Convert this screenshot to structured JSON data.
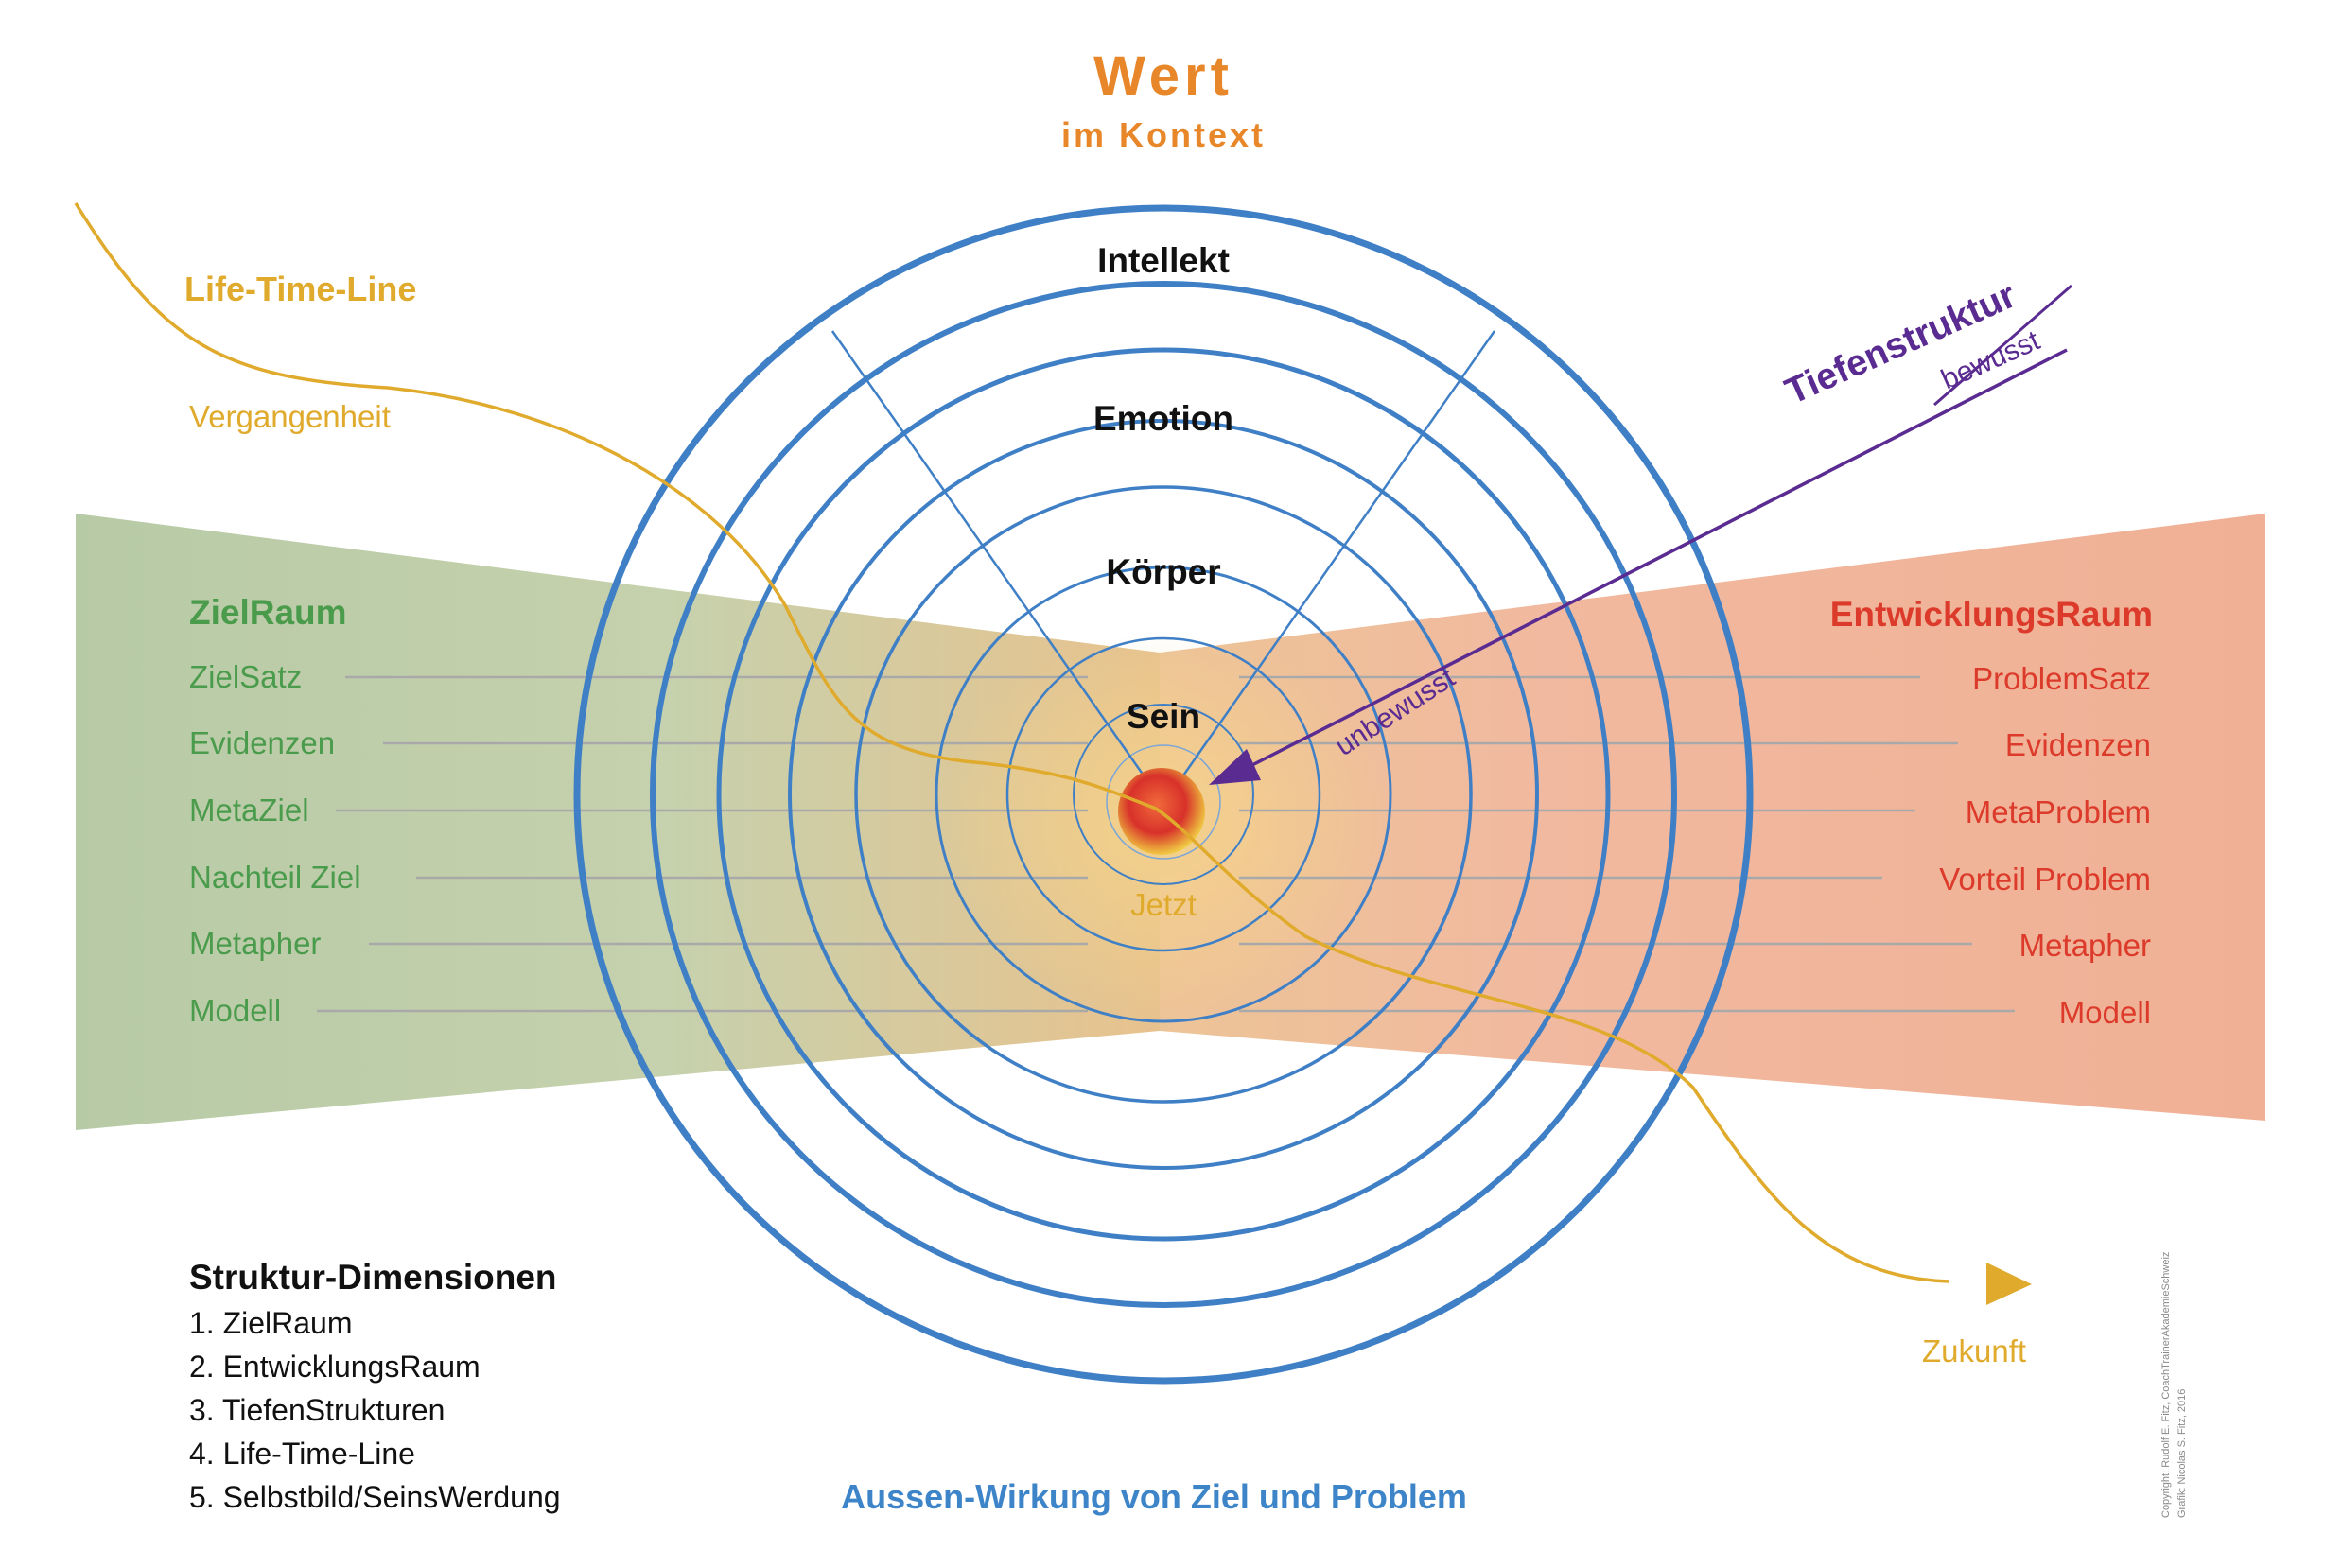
{
  "title": {
    "main": "Wert",
    "sub": "im Kontext"
  },
  "rings": {
    "intellekt": "Intellekt",
    "emotion": "Emotion",
    "koerper": "Körper",
    "sein": "Sein",
    "center": "Jetzt"
  },
  "life_time_line": {
    "label": "Life-Time-Line",
    "past": "Vergangenheit",
    "future": "Zukunft"
  },
  "tiefenstruktur": {
    "label": "Tiefenstruktur",
    "conscious": "bewusst",
    "unconscious": "unbewusst"
  },
  "ziel_raum": {
    "heading": "ZielRaum",
    "items": [
      "ZielSatz",
      "Evidenzen",
      "MetaZiel",
      "Nachteil Ziel",
      "Metapher",
      "Modell"
    ]
  },
  "entwicklungs_raum": {
    "heading": "EntwicklungsRaum",
    "items": [
      "ProblemSatz",
      "Evidenzen",
      "MetaProblem",
      "Vorteil Problem",
      "Metapher",
      "Modell"
    ]
  },
  "legend": {
    "heading": "Struktur-Dimensionen",
    "items": [
      "1. ZielRaum",
      "2. EntwicklungsRaum",
      "3. TiefenStrukturen",
      "4. Life-Time-Line",
      "5. Selbstbild/SeinsWerdung"
    ]
  },
  "footer": "Aussen-Wirkung von Ziel und Problem",
  "copyright": {
    "line1": "Copyright: Rudolf E. Fitz, CoachTrainerAkademieSchweiz",
    "line2": "Grafik: Nicolas S. Fitz, 2016"
  },
  "colors": {
    "orange_title": "#e8872a",
    "yellow": "#e0aa2c",
    "green_text": "#4a9b4c",
    "green_fill": "#b9cca8",
    "red_text": "#dc3a2a",
    "salmon_fill": "#f0b49a",
    "ring_blue": "#3f7fc6",
    "purple": "#5a2b91",
    "footer_blue": "#3d85c8"
  }
}
